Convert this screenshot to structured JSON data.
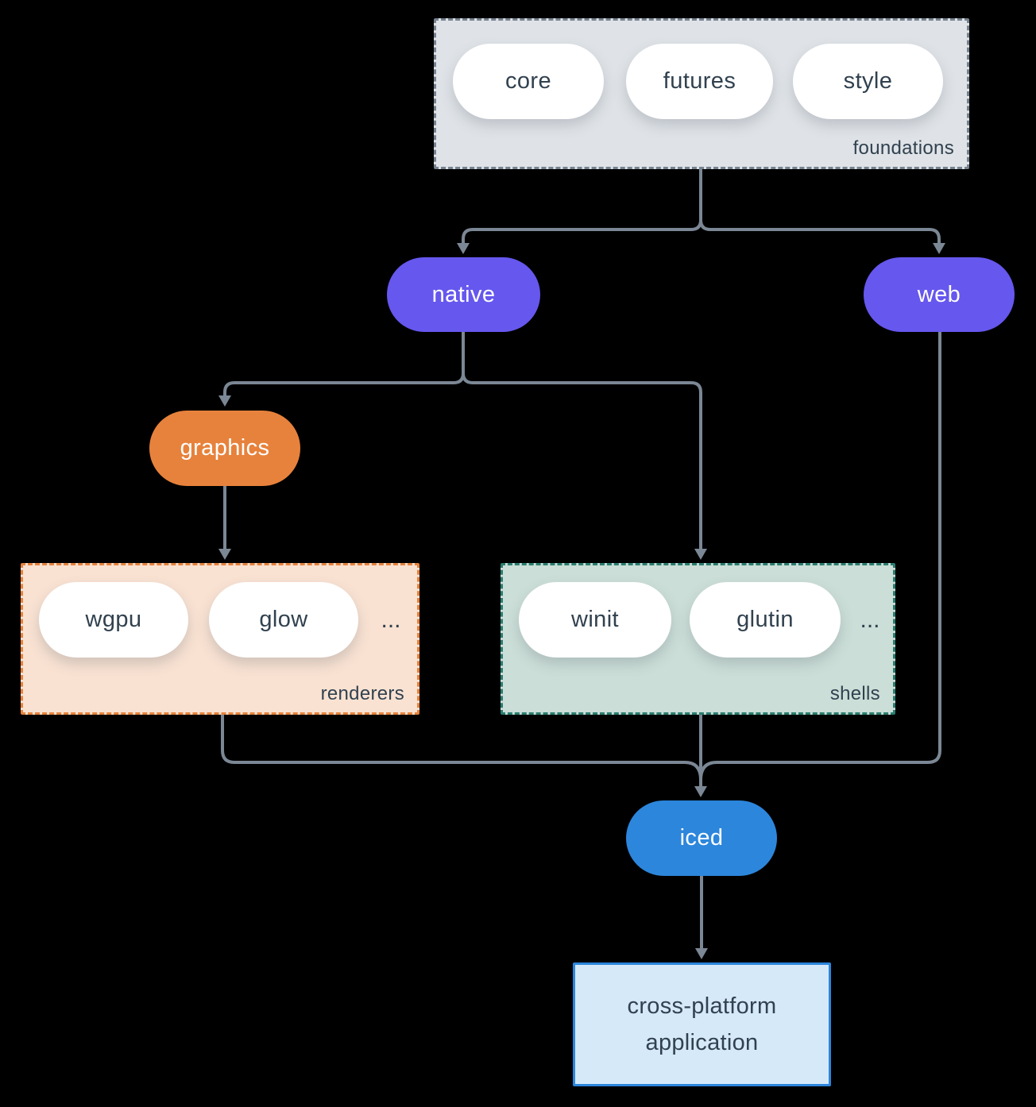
{
  "diagram": {
    "foundations": {
      "label": "foundations",
      "pills": [
        "core",
        "futures",
        "style"
      ]
    },
    "native": {
      "label": "native"
    },
    "web": {
      "label": "web"
    },
    "graphics": {
      "label": "graphics"
    },
    "renderers": {
      "label": "renderers",
      "pills": [
        "wgpu",
        "glow"
      ],
      "ellipsis": "..."
    },
    "shells": {
      "label": "shells",
      "pills": [
        "winit",
        "glutin"
      ],
      "ellipsis": "..."
    },
    "iced": {
      "label": "iced"
    },
    "application": {
      "label": "cross-platform application"
    }
  },
  "colors": {
    "background": "#000000",
    "purple_pill": "#6657EE",
    "orange_pill": "#E7823C",
    "blue_pill": "#2C86DC",
    "white_pill": "#FFFFFF",
    "foundations_bg": "#DFE3E7",
    "foundations_border": "#76828F",
    "renderers_bg": "#F9E2D2",
    "renderers_border": "#E7823C",
    "shells_bg": "#CBDED7",
    "shells_border": "#2A7D6F",
    "application_bg": "#D6E9F9",
    "application_border": "#2C86DC",
    "arrow": "#7B8794",
    "text_dark": "#31414F"
  }
}
